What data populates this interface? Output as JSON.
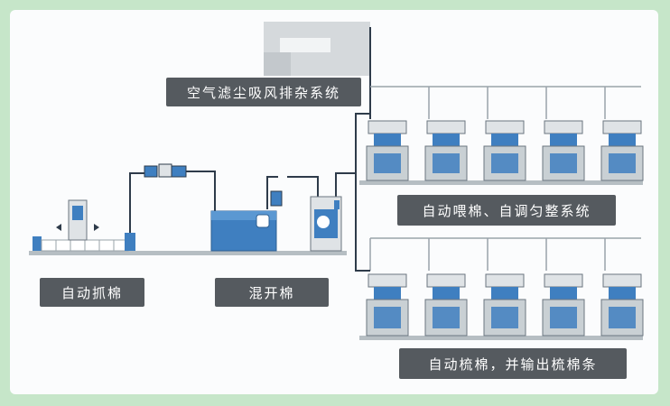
{
  "labels": {
    "air_filter": "空气滤尘吸风排杂系统",
    "auto_grab": "自动抓棉",
    "mix_open": "混开棉",
    "auto_feed": "自动喂棉、自调匀整系统",
    "auto_card": "自动梳棉，并输出梳棉条"
  },
  "colors": {
    "background": "#c6e6c9",
    "panel": "#fbfcfd",
    "label_bg": "#555a5f",
    "machine_blue": "#3f7fc0",
    "machine_grey": "#b7c0c4",
    "pipe": "#2e3b4a"
  }
}
